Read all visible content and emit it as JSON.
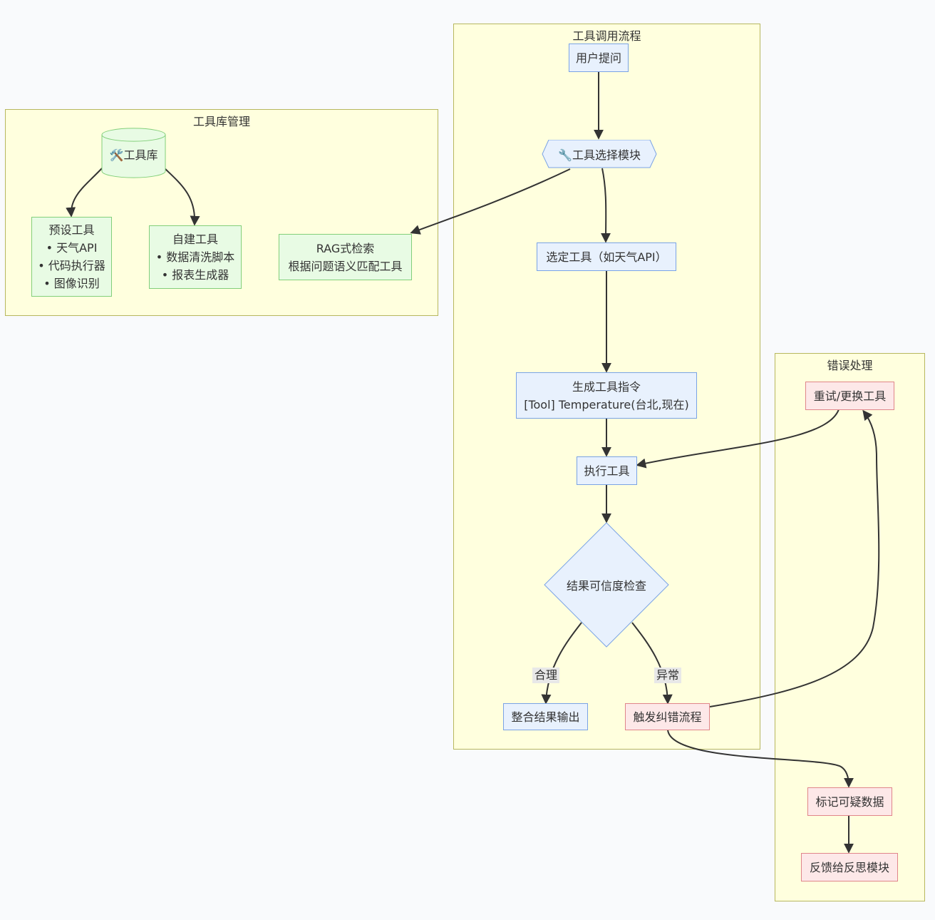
{
  "clusters": {
    "toolflow": {
      "title": "工具调用流程"
    },
    "library": {
      "title": "工具库管理"
    },
    "errors": {
      "title": "错误处理"
    }
  },
  "nodes": {
    "user_question": "用户提问",
    "tool_select": "🔧工具选择模块",
    "selected_tool": "选定工具（如天气API）",
    "gen_instruction": [
      "生成工具指令",
      "[Tool] Temperature(台北,现在)"
    ],
    "execute": "执行工具",
    "check": "结果可信度检查",
    "output": "整合结果输出",
    "trigger": "触发纠错流程",
    "library_db": "🛠️工具库",
    "preset": [
      "预设工具",
      "• 天气API",
      "• 代码执行器",
      "• 图像识别"
    ],
    "custom": [
      "自建工具",
      "• 数据清洗脚本",
      "• 报表生成器"
    ],
    "rag": [
      "RAG式检索",
      "根据问题语义匹配工具"
    ],
    "retry": "重试/更换工具",
    "mark": "标记可疑数据",
    "feedback": "反馈给反思模块"
  },
  "edge_labels": {
    "reasonable": "合理",
    "abnormal": "异常"
  },
  "colors": {
    "cluster_fill": "#ffffde",
    "cluster_border": "#b7b75e",
    "blue_fill": "#e8f1fd",
    "blue_border": "#7aa3e5",
    "green_fill": "#e8fbe4",
    "green_border": "#82cf7a",
    "red_fill": "#fde8e8",
    "red_border": "#e0858a",
    "edge": "#333333"
  }
}
